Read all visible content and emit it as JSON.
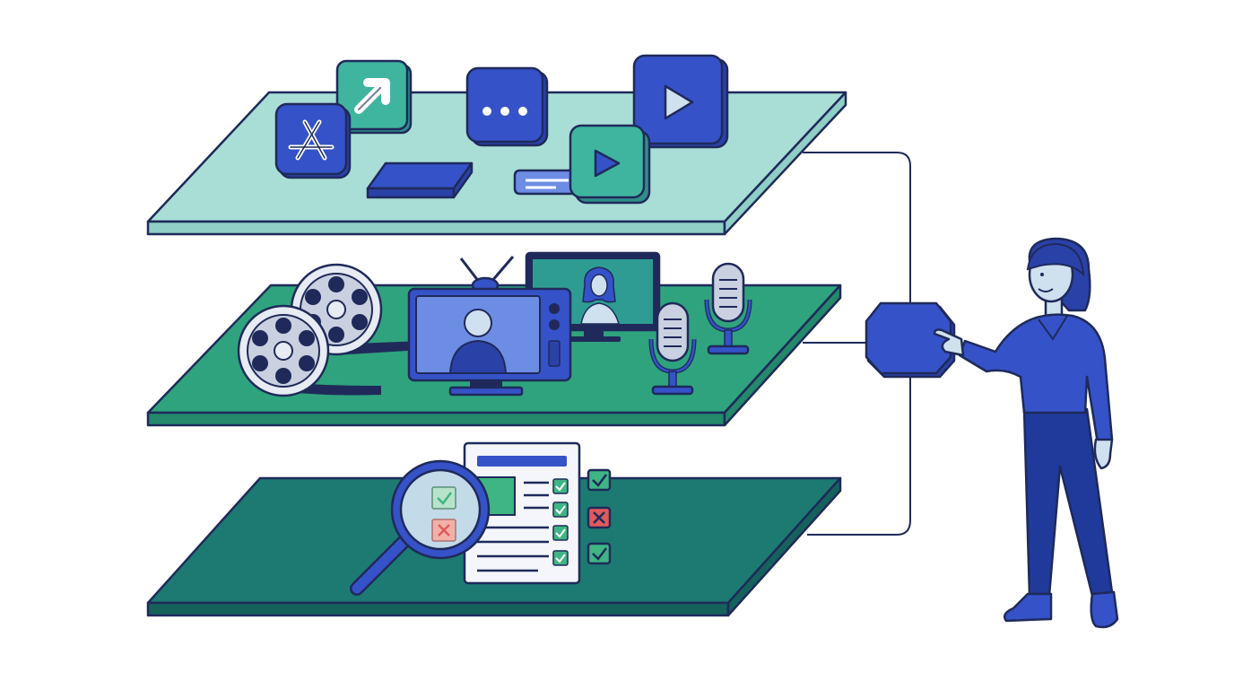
{
  "colors": {
    "background": "#ffffff",
    "outline": "#1f2a5a",
    "layer_top": "#a9ded6",
    "layer_top_edge": "#8fcfc6",
    "layer_middle": "#2fa37d",
    "layer_middle_edge": "#23896a",
    "layer_bottom": "#1d7a72",
    "layer_bottom_edge": "#15625c",
    "accent_blue": "#3552c8",
    "teal_tile": "#3fb5a0",
    "check_green": "#3fb583",
    "cross_red": "#e05a5a"
  },
  "layers": [
    {
      "key": "top",
      "icons": [
        "app-store-icon",
        "arrow-up-right-icon",
        "more-dots-icon",
        "play-icon",
        "play-icon",
        "chat-bubble-icon",
        "tablet-icon"
      ]
    },
    {
      "key": "middle",
      "icons": [
        "film-reel-icon",
        "film-reel-icon",
        "tv-icon",
        "person-icon",
        "monitor-icon",
        "microphone-icon",
        "microphone-icon"
      ]
    },
    {
      "key": "bottom",
      "icons": [
        "document-icon",
        "magnifier-icon",
        "check-icon",
        "cross-icon"
      ]
    }
  ],
  "connector": {
    "hub_icon": "hexagon-hub-icon"
  },
  "figure": {
    "icon": "woman-pointing-icon"
  }
}
